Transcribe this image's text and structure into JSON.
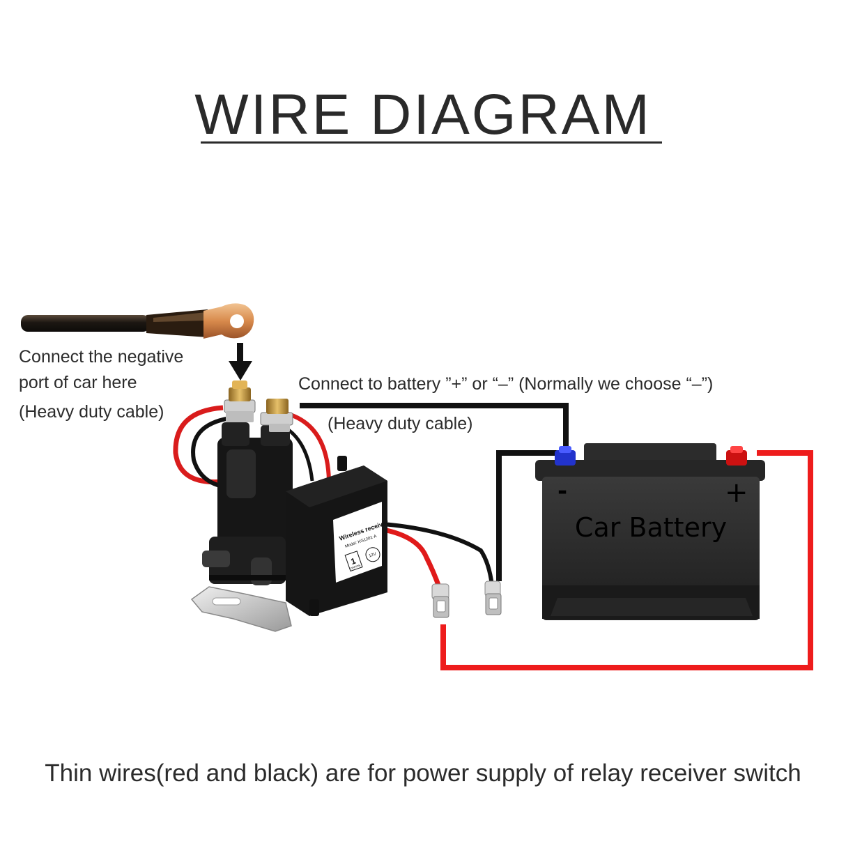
{
  "title": "WIRE DIAGRAM",
  "labels": {
    "negative_port_line1": "Connect the negative",
    "negative_port_line2": "port of car here",
    "negative_port_line3": "(Heavy duty cable)",
    "battery_connect": "Connect to battery ”+” or “–” (Normally we choose “–”)",
    "battery_cable": "(Heavy duty cable)"
  },
  "battery": {
    "name": "Car Battery",
    "minus_sign": "-",
    "plus_sign": "+"
  },
  "relay": {
    "receiver_label": "Wireless receiver",
    "model_label": "Model: KG1201-A",
    "badge_number": "1",
    "badge_sub": "OFF/ON",
    "voltage_badge": "12V"
  },
  "footer": "Thin wires(red and black) are for power supply of relay receiver switch",
  "colors": {
    "red_wire": "#ee1c1c",
    "black_wire": "#111111",
    "battery_body": "#2a2a2a",
    "negative_terminal": "#2233cc",
    "positive_terminal": "#cc1111"
  }
}
